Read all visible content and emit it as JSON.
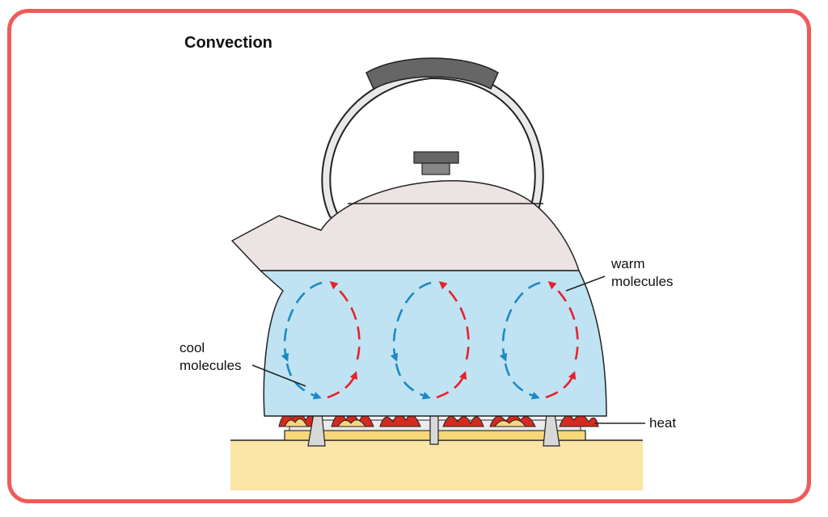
{
  "title": "Convection",
  "labels": {
    "warm_line1": "warm",
    "warm_line2": "molecules",
    "cool_line1": "cool",
    "cool_line2": "molecules",
    "heat": "heat"
  },
  "colors": {
    "frame": "#f05a5a",
    "water": "#bfe3f3",
    "kettle_body": "#ece4e2",
    "handle_grip": "#666666",
    "cool_arrow": "#1b8ac4",
    "warm_arrow": "#e8212b",
    "flame": "#d42a20",
    "flame_inner": "#f6d77a",
    "stove": "#fae5a6"
  },
  "icons": [
    "kettle",
    "flame",
    "arrow"
  ]
}
